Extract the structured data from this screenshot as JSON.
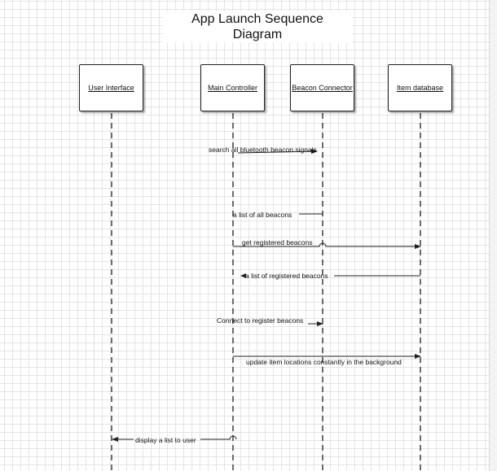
{
  "title": {
    "line1": "App Launch Sequence",
    "line2": "Diagram"
  },
  "participants": [
    {
      "label": "User Interface"
    },
    {
      "label": "Main Controller"
    },
    {
      "label": "Beacon Connector"
    },
    {
      "label": "Item database"
    }
  ],
  "messages": [
    {
      "label": "search all bluetooth beacon signals",
      "from": "Main Controller",
      "to": "Beacon Connector"
    },
    {
      "label": "a list of all beacons",
      "from": "Beacon Connector",
      "to": "Main Controller"
    },
    {
      "label": "get registered beacons",
      "from": "Main Controller",
      "to": "Item database"
    },
    {
      "label": "a list of registered beacons",
      "from": "Item database",
      "to": "Main Controller"
    },
    {
      "label": "Connect to register beacons",
      "from": "Main Controller",
      "to": "Beacon Connector"
    },
    {
      "label": "update item locations constantly in the background",
      "from": "Main Controller",
      "to": "Item database"
    },
    {
      "label": "display a list to user",
      "from": "Main Controller",
      "to": "User Interface"
    }
  ],
  "colors": {
    "line": "#222222",
    "grid": "#e4e4e4",
    "background": "#ffffff"
  }
}
